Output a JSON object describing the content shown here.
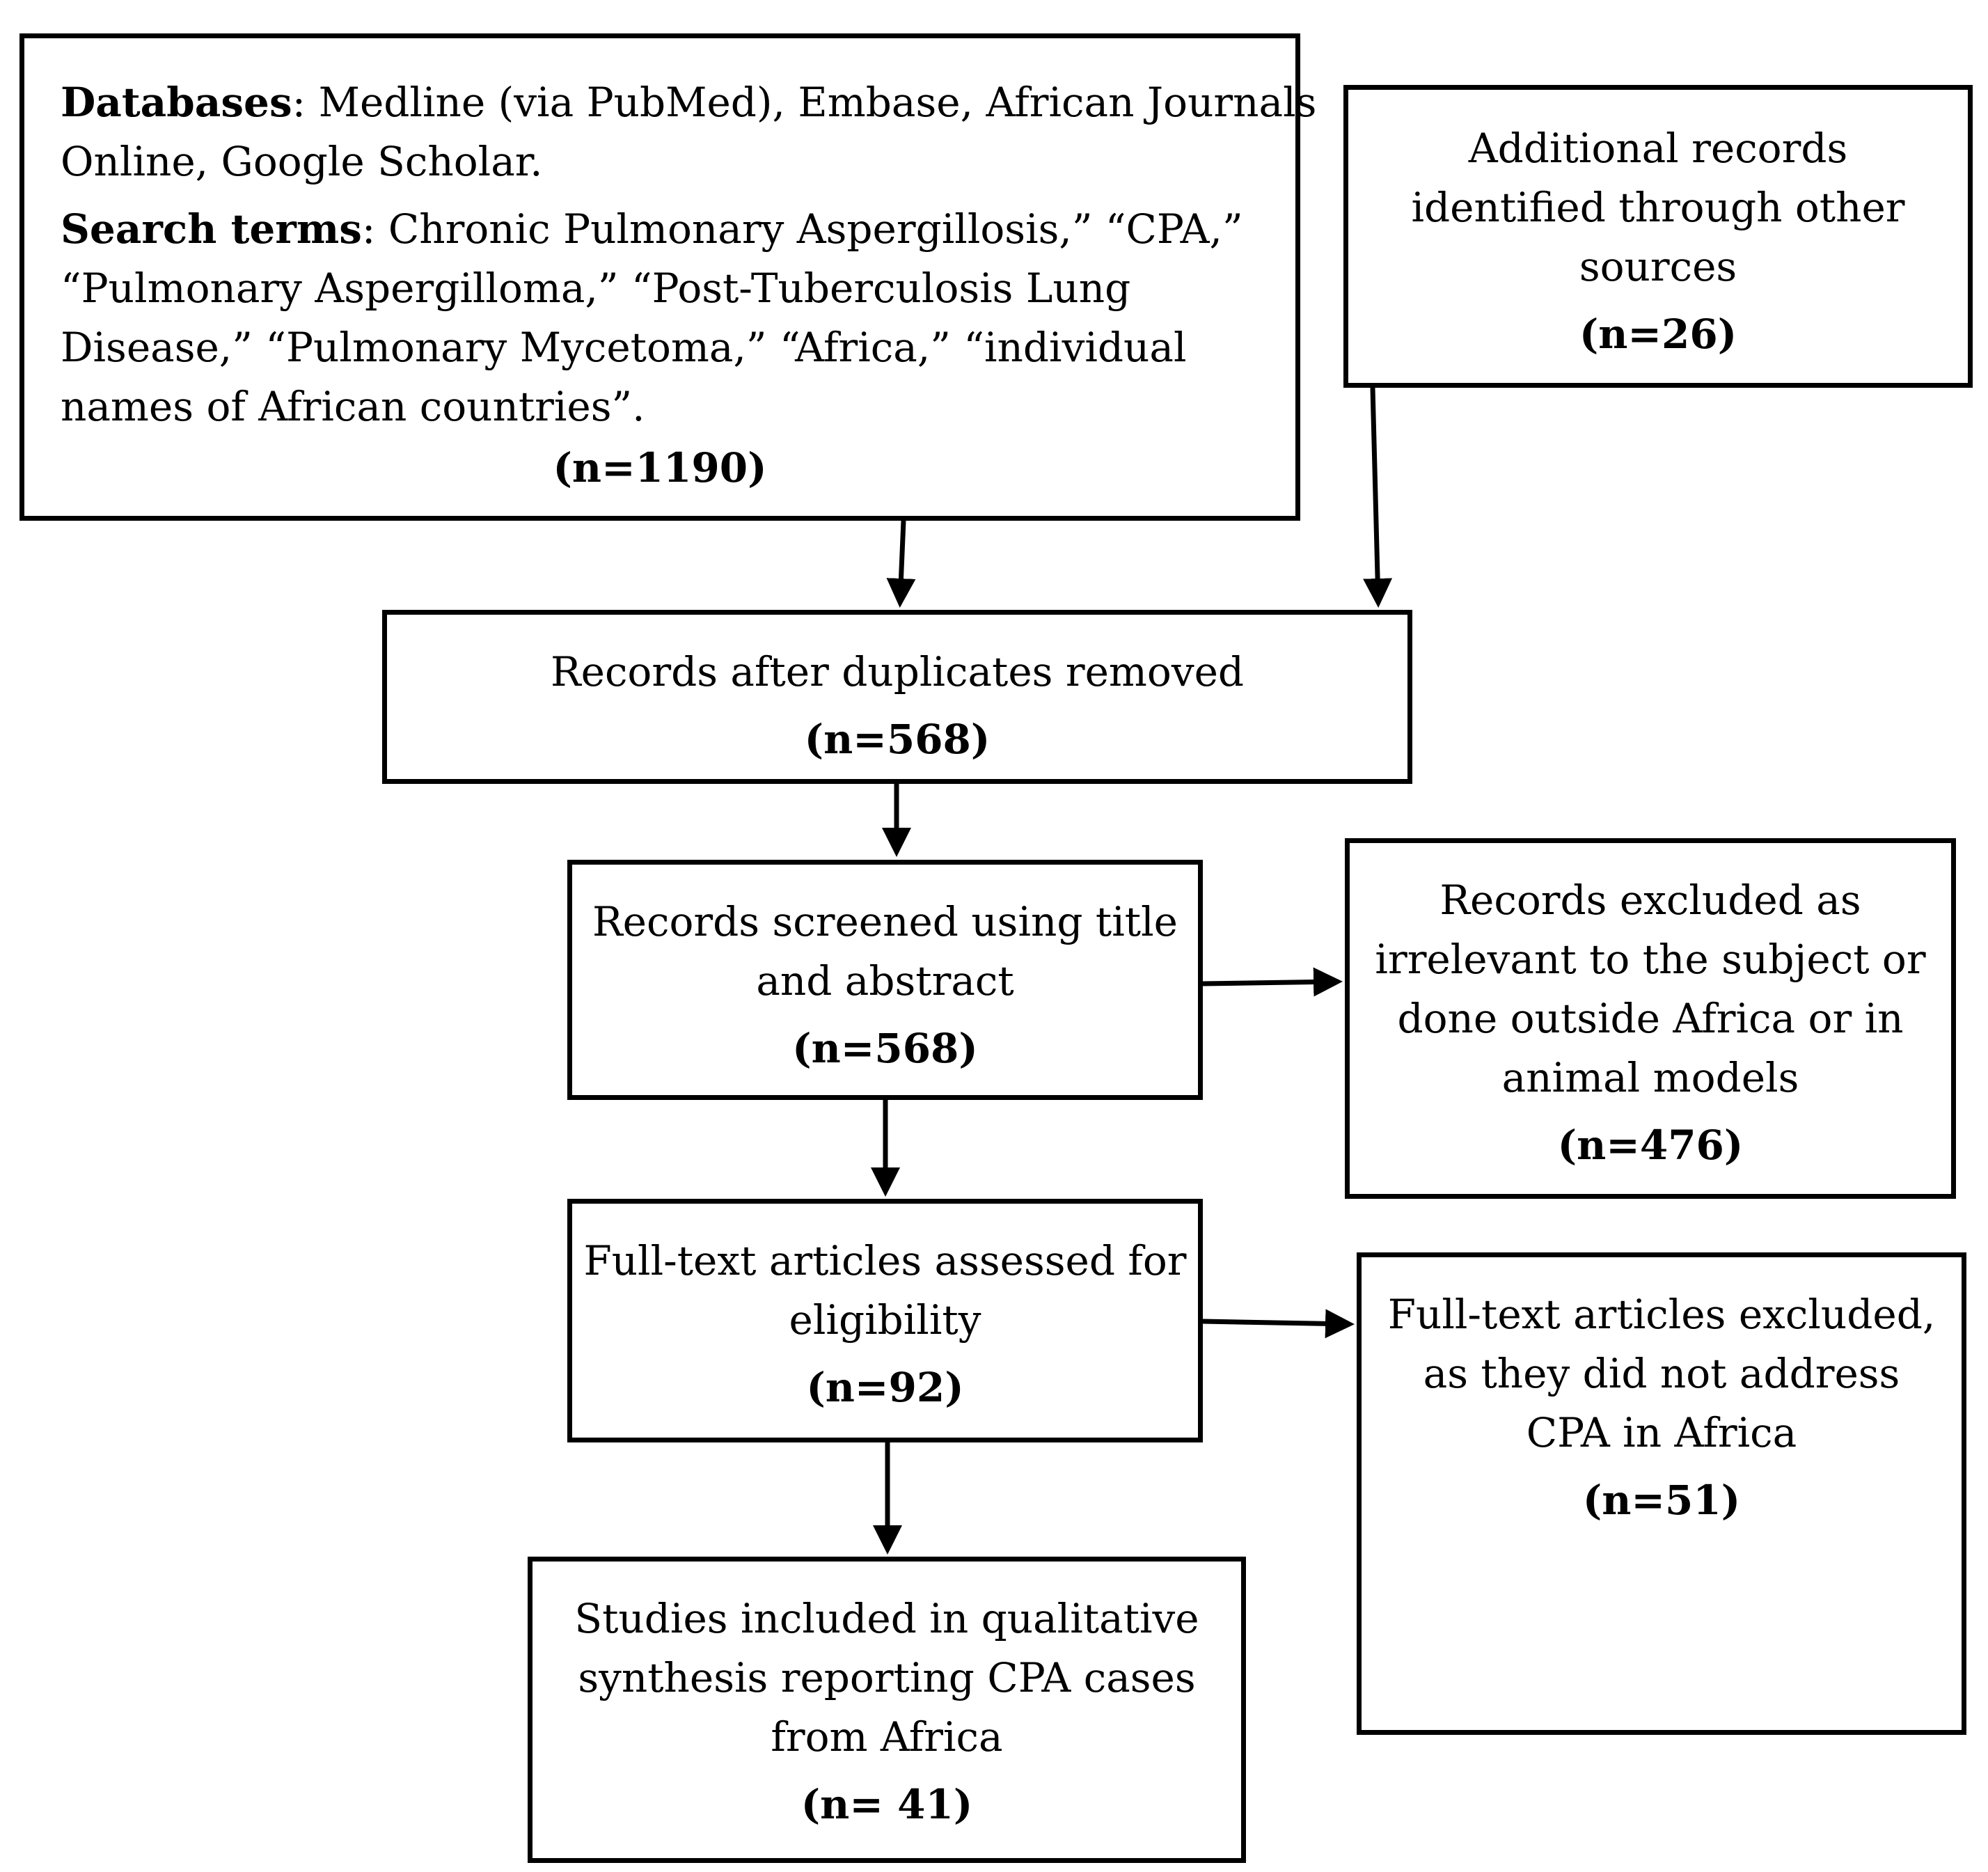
{
  "boxes": {
    "databases": {
      "databases_label": "Databases",
      "databases_line1": ": Medline (via PubMed), Embase, African Journals",
      "databases_line2": "Online, Google Scholar.",
      "search_label": "Search terms",
      "search_line1": ": Chronic Pulmonary Aspergillosis,” “CPA,”",
      "search_line2": "“Pulmonary Aspergilloma,” “Post-Tuberculosis Lung",
      "search_line3": "Disease,” “Pulmonary Mycetoma,” “Africa,” “individual",
      "search_line4": "names of African countries”.",
      "count": "(n=1190)"
    },
    "additional": {
      "lines": [
        "Additional records",
        "identified through other",
        "sources"
      ],
      "count": "(n=26)"
    },
    "duplicates_removed": {
      "lines": [
        "Records after duplicates removed"
      ],
      "count": "(n=568)"
    },
    "screened": {
      "lines": [
        "Records screened using title",
        "and abstract"
      ],
      "count": "(n=568)"
    },
    "excluded_screening": {
      "lines": [
        "Records excluded as",
        "irrelevant to the subject or",
        "done outside Africa or in",
        "animal models"
      ],
      "count": "(n=476)"
    },
    "full_text": {
      "lines": [
        "Full-text articles assessed for",
        "eligibility"
      ],
      "count": "(n=92)"
    },
    "excluded_full_text": {
      "lines": [
        "Full-text articles excluded,",
        "as they did not address",
        "CPA in Africa"
      ],
      "count": "(n=51)"
    },
    "included": {
      "lines": [
        "Studies included in qualitative",
        "synthesis reporting CPA cases",
        "from Africa"
      ],
      "count": "(n= 41)"
    }
  }
}
